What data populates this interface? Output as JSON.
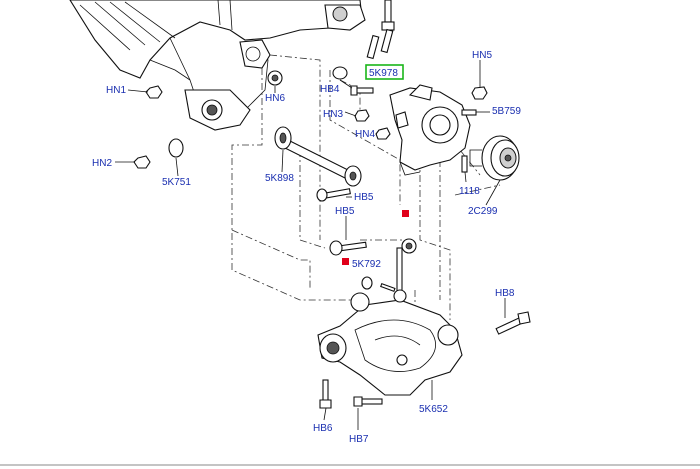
{
  "diagram": {
    "highlight_color": "#19b519",
    "label_color": "#1a2fb0",
    "marker_color": "#e0001a",
    "labels": {
      "HN1": "HN1",
      "HN2": "HN2",
      "HN3": "HN3",
      "HN4": "HN4",
      "HN5": "HN5",
      "HN6": "HN6",
      "HB4": "HB4",
      "HB5a": "HB5",
      "HB5b": "HB5",
      "HB6": "HB6",
      "HB7": "HB7",
      "HB8": "HB8",
      "p5K978": "5K978",
      "p5K751": "5K751",
      "p5K898": "5K898",
      "p5K792": "5K792",
      "p5K652": "5K652",
      "p5B759": "5B759",
      "p1118": "1118",
      "p2C299": "2C299"
    }
  }
}
